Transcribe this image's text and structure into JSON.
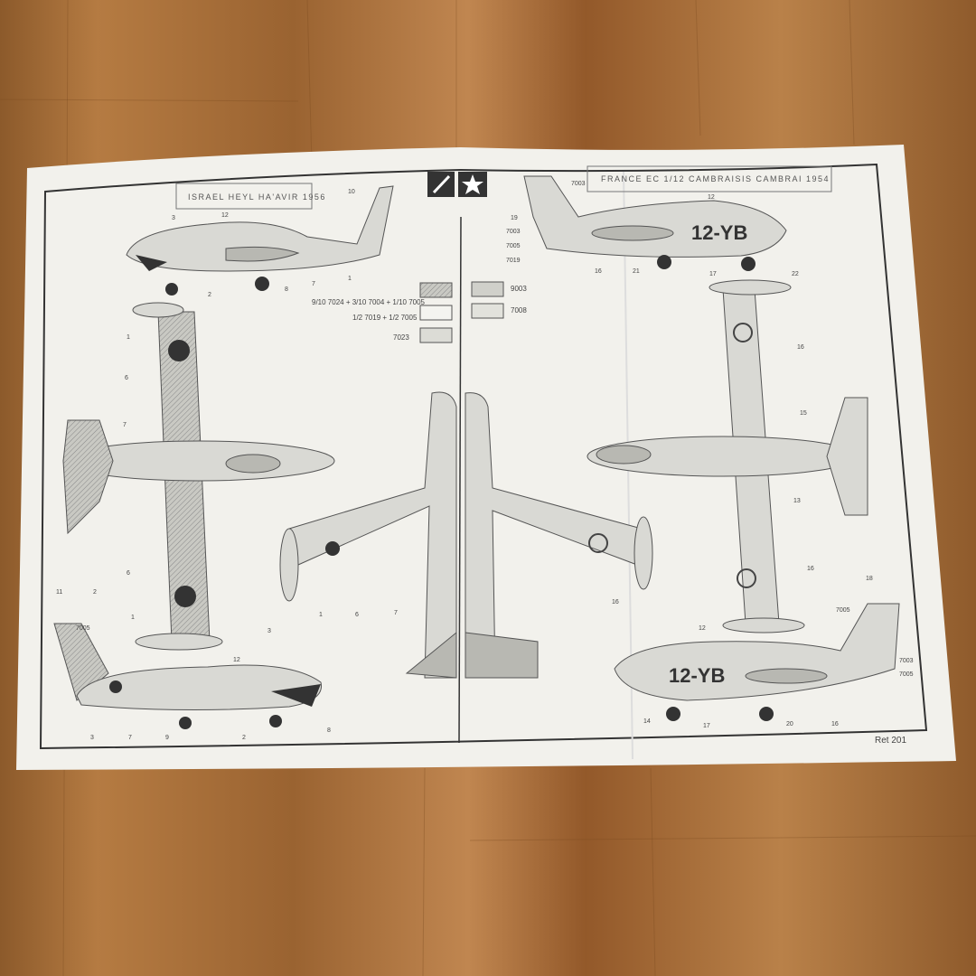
{
  "colors": {
    "wood": "#a06a35",
    "paper": "#f2f1ec",
    "ink": "#444444"
  },
  "sheet": {
    "left_title": "ISRAEL  HEYL HA'AVIR 1956",
    "right_title": "FRANCE  EC 1/12  CAMBRAISIS  CAMBRAI  1954",
    "registration": "12-YB",
    "reference": "Ret 201",
    "header_icons": [
      "paintbrush-icon",
      "star-icon"
    ],
    "paint_mixes": [
      {
        "formula": "9/10 7024 + 3/10 7004 + 1/10 7005"
      },
      {
        "formula": "1/2 7019 + 1/2 7005"
      },
      {
        "formula": "7023"
      },
      {
        "formula": "9003"
      },
      {
        "formula": "7008"
      }
    ],
    "tail_codes": [
      "7003",
      "7005",
      "7019",
      "7003"
    ],
    "callouts": [
      "1",
      "2",
      "3",
      "6",
      "7",
      "8",
      "9",
      "11",
      "12",
      "13",
      "14",
      "15",
      "16",
      "17",
      "18",
      "19",
      "20",
      "21",
      "22",
      "10"
    ]
  }
}
